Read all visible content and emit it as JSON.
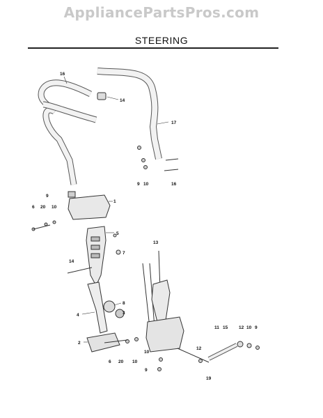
{
  "header": {
    "watermark": "AppliancePartsPros.com",
    "title": "STEERING"
  },
  "callouts": [
    {
      "id": "c16-left",
      "text": "16"
    },
    {
      "id": "c14-top",
      "text": "14"
    },
    {
      "id": "c17",
      "text": "17"
    },
    {
      "id": "c9-a",
      "text": "9"
    },
    {
      "id": "c10-a",
      "text": "10"
    },
    {
      "id": "c16-right",
      "text": "16"
    },
    {
      "id": "c9-b",
      "text": "9"
    },
    {
      "id": "c1",
      "text": "1"
    },
    {
      "id": "c6-a",
      "text": "6"
    },
    {
      "id": "c20-a",
      "text": "20"
    },
    {
      "id": "c10-b",
      "text": "10"
    },
    {
      "id": "c5",
      "text": "5"
    },
    {
      "id": "c7",
      "text": "7"
    },
    {
      "id": "c13",
      "text": "13"
    },
    {
      "id": "c14-mid",
      "text": "14"
    },
    {
      "id": "c8",
      "text": "8"
    },
    {
      "id": "c3",
      "text": "3"
    },
    {
      "id": "c4",
      "text": "4"
    },
    {
      "id": "c2",
      "text": "2"
    },
    {
      "id": "c6-b",
      "text": "6"
    },
    {
      "id": "c20-b",
      "text": "20"
    },
    {
      "id": "c10-c",
      "text": "10"
    },
    {
      "id": "c10-d",
      "text": "10"
    },
    {
      "id": "c9-c",
      "text": "9"
    },
    {
      "id": "c11",
      "text": "11"
    },
    {
      "id": "c15",
      "text": "15"
    },
    {
      "id": "c12-a",
      "text": "12"
    },
    {
      "id": "c10-e",
      "text": "10"
    },
    {
      "id": "c9-d",
      "text": "9"
    },
    {
      "id": "c12-b",
      "text": "12"
    },
    {
      "id": "c19",
      "text": "19"
    }
  ]
}
